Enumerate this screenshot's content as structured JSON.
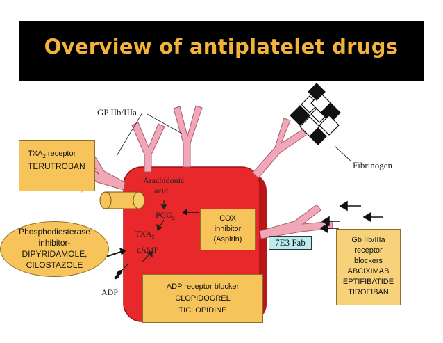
{
  "slide": {
    "title": "Overview of antiplatelet drugs"
  },
  "diagram_labels": {
    "gp": "GP IIb/IIIa",
    "fibrinogen": "Fibrinogen",
    "arachidonic_1": "Arachidonic",
    "arachidonic_2": "acid",
    "pgg2": "PGG",
    "pgg2_sub": "2",
    "txa2": "TXA",
    "txa2_sub": "2",
    "camp": "cAMP",
    "adp": "ADP",
    "fab": "7E3 Fab"
  },
  "boxes": {
    "txa2_receptor": {
      "line1": "TXA",
      "sub": "2",
      "line1b": " receptor",
      "line2": "TERUTROBAN"
    },
    "cox": {
      "line1": "COX",
      "line2": "inhibitor",
      "line3": "(Aspirin)"
    },
    "phosphodiesterase": {
      "line1": "Phosphodiesterase",
      "line2": "inhibitor-",
      "line3": "DIPYRIDAMOLE,",
      "line4": "CILOSTAZOLE"
    },
    "gb_receptor": {
      "line1": "Gb IIb/IIIa",
      "line2": "receptor",
      "line3": "blockers",
      "line4": "ABCIXIMAB",
      "line5": "EPTIFIBATIDE",
      "line6": "TIROFIBAN"
    },
    "adp_receptor": {
      "line1": "ADP receptor blocker",
      "line2": "CLOPIDOGREL",
      "line3": "TICLOPIDINE"
    }
  },
  "colors": {
    "title_bg": "#000000",
    "title_text": "#f2b23c",
    "platelet": "#e8282a",
    "receptor": "#f0a8b8",
    "callout": "#f6c45a",
    "gb_box": "#f7d27a",
    "fab_box": "#b9ecef"
  }
}
